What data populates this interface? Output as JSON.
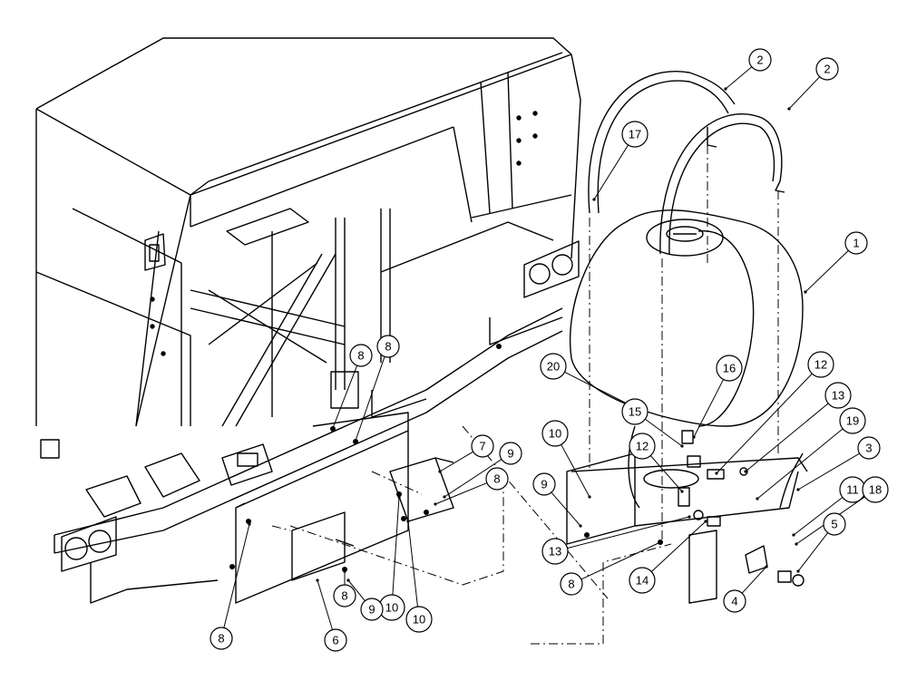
{
  "callouts": [
    {
      "id": "c-1",
      "label": "1"
    },
    {
      "id": "c-2a",
      "label": "2"
    },
    {
      "id": "c-2b",
      "label": "2"
    },
    {
      "id": "c-17",
      "label": "17"
    },
    {
      "id": "c-20",
      "label": "20"
    },
    {
      "id": "c-16",
      "label": "16"
    },
    {
      "id": "c-12a",
      "label": "12"
    },
    {
      "id": "c-13a",
      "label": "13"
    },
    {
      "id": "c-19",
      "label": "19"
    },
    {
      "id": "c-3",
      "label": "3"
    },
    {
      "id": "c-15",
      "label": "15"
    },
    {
      "id": "c-10a",
      "label": "10"
    },
    {
      "id": "c-12b",
      "label": "12"
    },
    {
      "id": "c-9a",
      "label": "9"
    },
    {
      "id": "c-11",
      "label": "11"
    },
    {
      "id": "c-18",
      "label": "18"
    },
    {
      "id": "c-5",
      "label": "5"
    },
    {
      "id": "c-13b",
      "label": "13"
    },
    {
      "id": "c-8a",
      "label": "8"
    },
    {
      "id": "c-14",
      "label": "14"
    },
    {
      "id": "c-4",
      "label": "4"
    },
    {
      "id": "c-8b",
      "label": "8"
    },
    {
      "id": "c-8c",
      "label": "8"
    },
    {
      "id": "c-7",
      "label": "7"
    },
    {
      "id": "c-9b",
      "label": "9"
    },
    {
      "id": "c-8d",
      "label": "8"
    },
    {
      "id": "c-10b",
      "label": "10"
    },
    {
      "id": "c-10c",
      "label": "10"
    },
    {
      "id": "c-8e",
      "label": "8"
    },
    {
      "id": "c-9c",
      "label": "9"
    },
    {
      "id": "c-6",
      "label": "6"
    },
    {
      "id": "c-8f",
      "label": "8"
    }
  ],
  "colors": {
    "line": "#000000",
    "background": "#ffffff"
  }
}
